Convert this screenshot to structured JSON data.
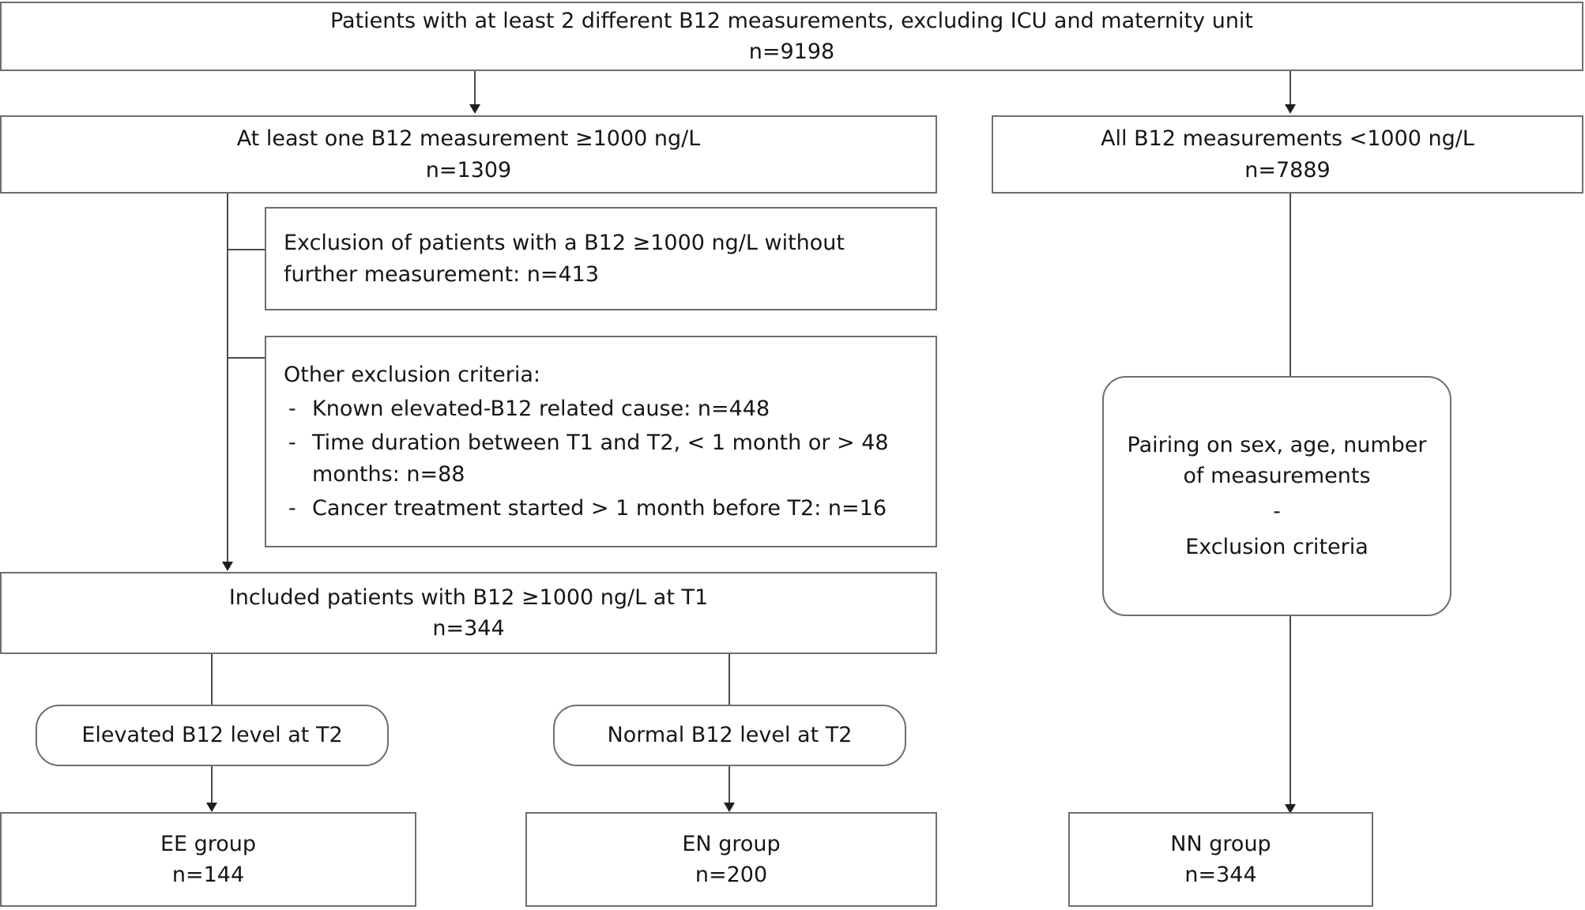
{
  "diagram": {
    "title_implicit": "B12 study patient selection flowchart",
    "nodes": {
      "root": {
        "label": "Patients with at least 2 different B12 measurements, excluding ICU and maternity unit",
        "count": "n=9198"
      },
      "left_branch": {
        "label": "At least one B12 measurement ≥1000 ng/L",
        "count": "n=1309"
      },
      "right_branch": {
        "label": "All B12 measurements <1000 ng/L",
        "count": "n=7889"
      },
      "exclusion_1": {
        "line1": "Exclusion of patients with a B12 ≥1000 ng/L without",
        "line2": "further measurement: n=413"
      },
      "exclusion_other": {
        "heading": "Other exclusion criteria:",
        "bullet_marker": "-",
        "items": [
          "Known elevated-B12 related cause: n=448",
          "Time duration between T1 and T2, < 1 month or > 48 months: n=88",
          "Cancer treatment started > 1 month before T2: n=16"
        ]
      },
      "included": {
        "label": "Included patients with B12 ≥1000 ng/L at T1",
        "count": "n=344"
      },
      "pairing": {
        "line1": "Pairing on sex, age, number",
        "line2": "of measurements",
        "separator": "-",
        "line3": "Exclusion criteria"
      },
      "elevated_t2": {
        "label": "Elevated B12 level at T2"
      },
      "normal_t2": {
        "label": "Normal B12 level at T2"
      },
      "ee_group": {
        "label": "EE group",
        "count": "n=144"
      },
      "en_group": {
        "label": "EN group",
        "count": "n=200"
      },
      "nn_group": {
        "label": "NN group",
        "count": "n=344"
      }
    },
    "colors": {
      "box_border": "#6e6e6e",
      "connector": "#4a4a4a",
      "arrow_head": "#1f1f1f",
      "background": "#ffffff",
      "text": "#161616"
    }
  }
}
